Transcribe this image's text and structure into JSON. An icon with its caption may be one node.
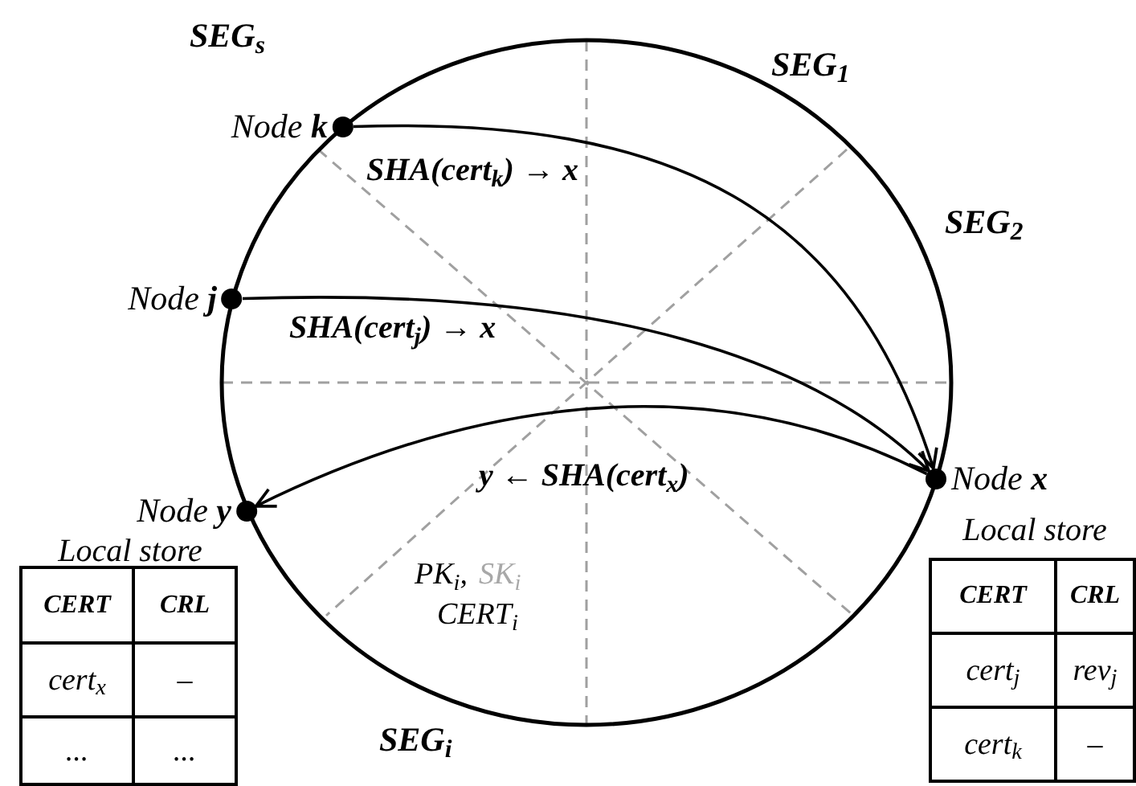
{
  "diagram": {
    "nodes": [
      {
        "text": [
          "Node **k**"
        ]
      },
      {
        "text": [
          "Node **j**"
        ]
      },
      {
        "text": [
          "Node **x**"
        ],
        "beside": [
          "Local store"
        ]
      },
      {
        "text": [
          "Node **y**"
        ],
        "beside": [
          "Local store"
        ]
      }
    ],
    "edges": [
      {
        "from": 0,
        "to": 2,
        "arrow": "to",
        "label": "SHA(cert$_{k}$) → x"
      },
      {
        "from": 1,
        "to": 2,
        "arrow": "to",
        "label": "SHA(cert$_{j}$) → x"
      },
      {
        "from": 2,
        "to": 3,
        "arrow": "to",
        "label": "y ← SHA(cert$_{x}$)"
      }
    ],
    "labels": [
      "SEG$_{s}$",
      "SEG$_{1}$",
      "SEG$_{2}$",
      "PK$_{i}$,",
      "SK$_{i}$",
      "CERT$_{i}$",
      "CERT",
      "CRL",
      "cert$_{x}$",
      "–",
      "...",
      "...",
      "CERT",
      "CRL",
      "cert$_{j}$",
      "rev$_{j}$",
      "cert$_{k}$",
      "–",
      "SEG$_{i}$"
    ]
  }
}
